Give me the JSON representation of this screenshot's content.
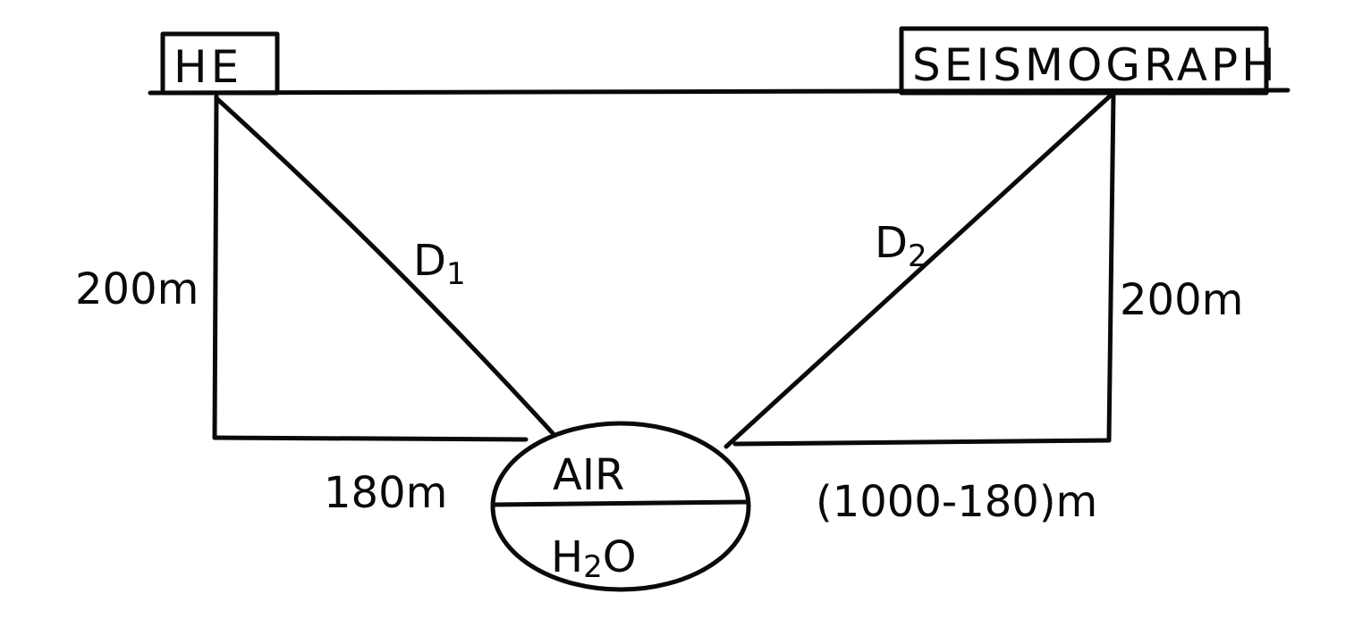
{
  "source_label": "HE",
  "receiver_label": "SEISMOGRAPH",
  "path_left_label": "D",
  "path_left_sub": "1",
  "path_right_label": "D",
  "path_right_sub": "2",
  "depth_left": "200m",
  "depth_right": "200m",
  "horizontal_left": "180m",
  "horizontal_right": "(1000-180)m",
  "bubble_top": "AIR",
  "bubble_bottom_main": "H",
  "bubble_bottom_sub": "2",
  "bubble_bottom_end": "O"
}
